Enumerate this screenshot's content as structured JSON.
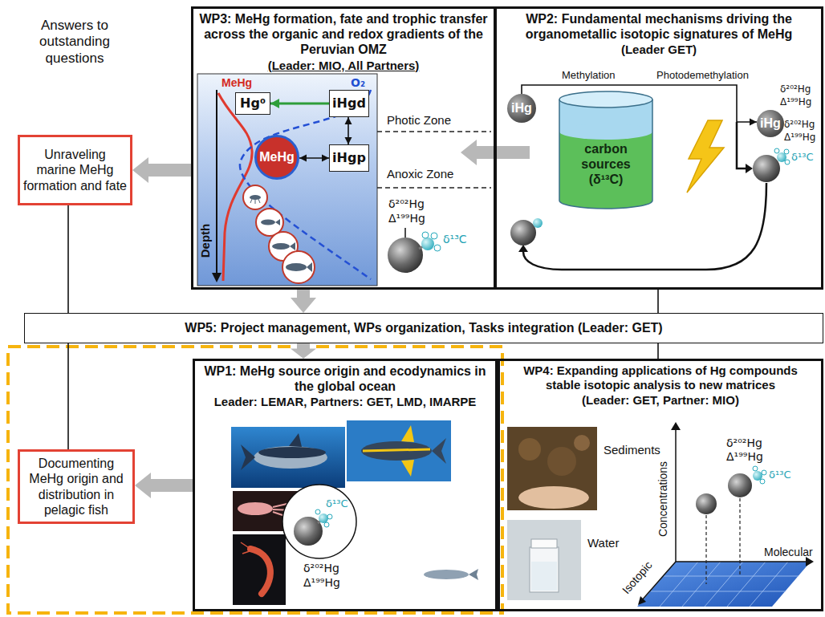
{
  "diagram": {
    "nodes": [
      {
        "text": [
          "Unraveling marine MeHg formation and fate"
        ]
      },
      {
        "text": [
          "WP3: MeHg formation, fate and trophic transfer across the organic and redox gradients of the Peruvian OMZ",
          "(Leader: MIO, All Partners)"
        ]
      },
      {
        "text": [
          "Hg⁰"
        ],
        "in": 1
      },
      {
        "text": [
          "iHgd"
        ],
        "in": 1
      },
      {
        "text": [
          "iHgp"
        ],
        "in": 1
      },
      {
        "text": [
          "MeHg"
        ],
        "in": 1
      },
      {
        "text": [
          "WP2: Fundamental mechanisms driving the organometallic isotopic signatures of MeHg",
          "(Leader GET)"
        ]
      },
      {
        "text": [
          "iHg"
        ],
        "in": 6
      },
      {
        "text": [
          "carbon sources (δ¹³C)"
        ],
        "in": 6
      },
      {
        "text": [
          "iHg"
        ],
        "in": 6
      },
      {
        "text": [
          "WP5: Project management, WPs organization, Tasks integration (Leader: GET)"
        ]
      },
      {
        "text": [
          "Documenting MeHg origin and distribution in pelagic fish"
        ]
      },
      {
        "text": [
          "WP1: MeHg source origin and ecodynamics in the global ocean",
          "Leader: LEMAR, Partners: GET, LMD, IMARPE"
        ]
      },
      {
        "text": [
          "WP4: Expanding applications of Hg compounds stable isotopic analysis to new matrices",
          "(Leader: GET, Partner: MIO)"
        ]
      }
    ],
    "edges": [
      {
        "from": 1,
        "to": 0,
        "arrow": "to"
      },
      {
        "from": 6,
        "to": 1,
        "arrow": "to"
      },
      {
        "from": 1,
        "to": 10,
        "arrow": "to"
      },
      {
        "from": 10,
        "to": 12,
        "arrow": "to"
      },
      {
        "from": 12,
        "to": 11,
        "arrow": "to"
      },
      {
        "from": 0,
        "to": 10,
        "arrow": "none"
      },
      {
        "from": 10,
        "to": 11,
        "arrow": "none"
      },
      {
        "from": 6,
        "to": 10,
        "arrow": "none"
      },
      {
        "from": 10,
        "to": 13,
        "arrow": "none"
      },
      {
        "from": 3,
        "to": 4,
        "arrow": "both"
      },
      {
        "from": 5,
        "to": 4,
        "arrow": "both"
      },
      {
        "from": 3,
        "to": 2,
        "arrow": "to"
      },
      {
        "from": 7,
        "to": 9,
        "arrow": "to"
      }
    ],
    "labels": [
      "Answers to outstanding questions",
      "MeHg",
      "O₂",
      "Photic Zone",
      "Anoxic Zone",
      "Depth",
      "δ²⁰²Hg",
      "Δ¹⁹⁹Hg",
      "δ¹³C",
      "Methylation",
      "Photodemethylation",
      "δ²⁰²Hg",
      "Δ¹⁹⁹Hg",
      "δ²⁰²Hg",
      "Δ¹⁹⁹Hg",
      "δ¹³C",
      "δ¹³C",
      "δ²⁰²Hg",
      "Δ¹⁹⁹Hg",
      "Sediments",
      "Water",
      "δ²⁰²Hg",
      "Δ¹⁹⁹Hg",
      "δ¹³C",
      "Concentrations",
      "Molecular",
      "Isotopic"
    ]
  }
}
